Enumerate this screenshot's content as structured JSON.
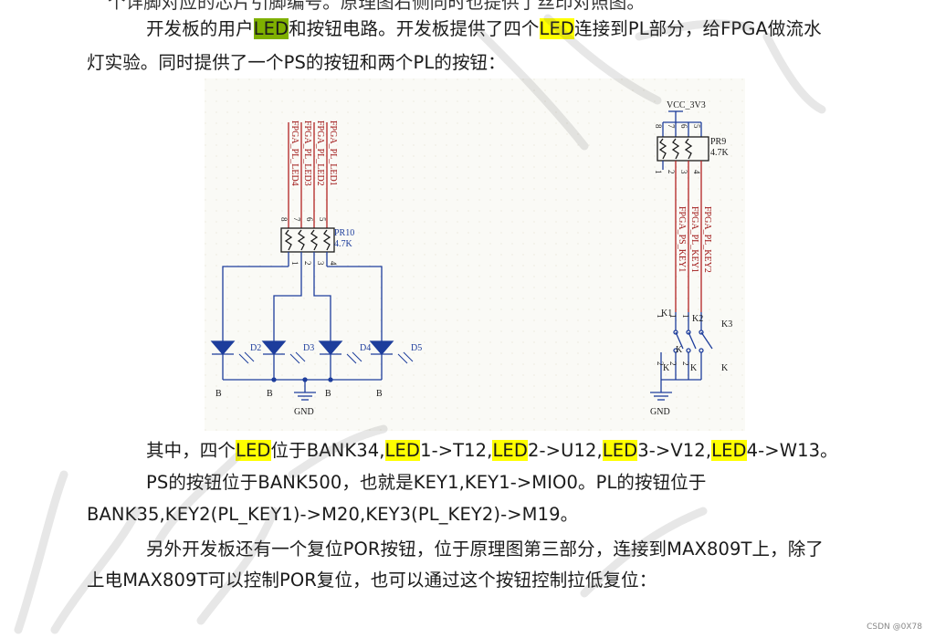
{
  "document": {
    "line0": "个详脚对应的芯片引脚编号。原理图右侧同时也提供了丝印对照图。",
    "line1": {
      "a": "开发板的用户",
      "led1": "LED",
      "b": "和按钮电路。开发板提供了四个",
      "led2": "LED",
      "c": "连接到PL部分，给FPGA做流水"
    },
    "line2": "灯实验。同时提供了一个PS的按钮和两个PL的按钮：",
    "line3": {
      "a": "其中，四个",
      "led1": "LED",
      "b": "位于BANK34,",
      "led2": "LED",
      "c": "1->T12,",
      "led3": "LED",
      "d": "2->U12,",
      "led4": "LED",
      "e": "3->V12,",
      "led5": "LED",
      "f": "4->W13。"
    },
    "line4": "PS的按钮位于BANK500，也就是KEY1,KEY1->MIO0。PL的按钮位于",
    "line5": "BANK35,KEY2(PL_KEY1)->M20,KEY3(PL_KEY2)->M19。",
    "line6": "另外开发板还有一个复位POR按钮，位于原理图第三部分，连接到MAX809T上，除了",
    "line7": "上电MAX809T可以控制POR复位，也可以通过这个按钮控制拉低复位："
  },
  "schematic": {
    "left": {
      "nets": [
        "FPGA_PL_LED4",
        "FPGA_PL_LED3",
        "FPGA_PL_LED2",
        "FPGA_PL_LED1"
      ],
      "top_pins": [
        "8",
        "7",
        "6",
        "5"
      ],
      "bottom_pins": [
        "1",
        "2",
        "3",
        "4"
      ],
      "ref": "PR10",
      "value": "4.7K",
      "diodes": [
        "D2",
        "D3",
        "D4",
        "D5"
      ],
      "bank_labels": [
        "B",
        "B",
        "B",
        "B"
      ],
      "gnd": "GND"
    },
    "right": {
      "vcc": "VCC_3V3",
      "top_pins": [
        "8",
        "7",
        "6",
        "5"
      ],
      "bottom_pins": [
        "1",
        "2",
        "3",
        "4"
      ],
      "ref": "PR9",
      "value": "4.7K",
      "nets": [
        "FPGA_PS_KEY1",
        "FPGA_PL_KEY1",
        "FPGA_PL_KEY2"
      ],
      "switches": [
        "K1",
        "K2",
        "K3"
      ],
      "switch_pins_top": [
        "1",
        "1",
        "1"
      ],
      "switch_pins_bottom": [
        "2",
        "2",
        "2"
      ],
      "k_labels": [
        "K",
        "K",
        "K",
        "K"
      ],
      "gnd": "GND"
    }
  },
  "footer": "CSDN @0X78"
}
